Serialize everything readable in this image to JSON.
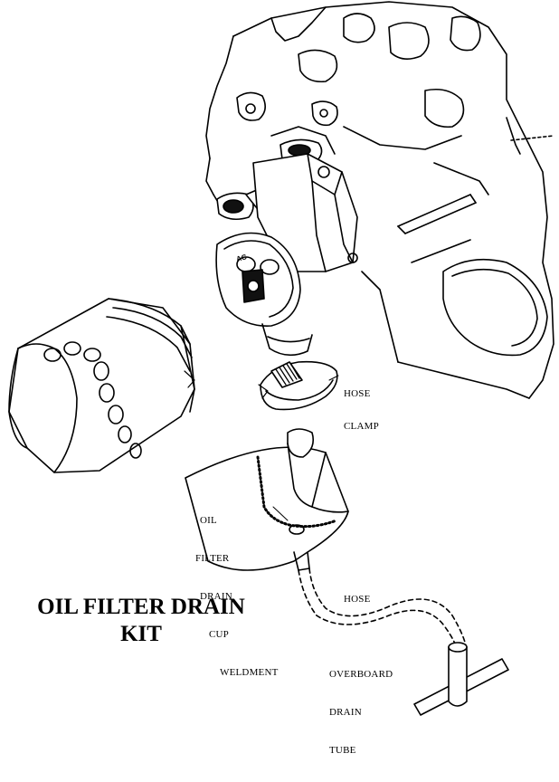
{
  "title": {
    "line1": "OIL FILTER DRAIN",
    "line2": "KIT"
  },
  "labels": {
    "hose_clamp": [
      "HOSE",
      "CLAMP"
    ],
    "drain_cup": [
      "OIL",
      "FILTER",
      "DRAIN",
      "CUP",
      "WELDMENT"
    ],
    "hose": "HOSE",
    "overboard_tube": [
      "OVERBOARD",
      "DRAIN",
      "TUBE"
    ]
  },
  "adapter_stamp": "AC"
}
